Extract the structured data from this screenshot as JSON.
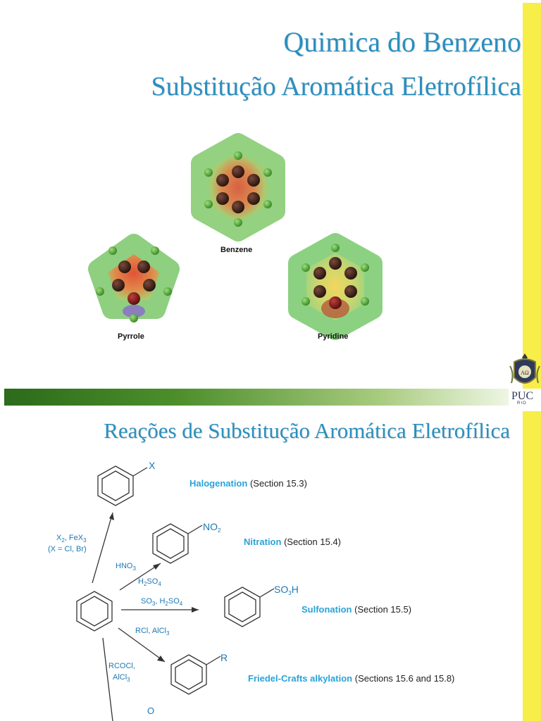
{
  "slide1": {
    "title_line1": "Quimica do Benzeno",
    "title_line2": "Substitução Aromática Eletrofílica",
    "molecules": [
      {
        "label": "Benzene"
      },
      {
        "label": "Pyrrole"
      },
      {
        "label": "Pyridine"
      }
    ],
    "logo_text": "PUC",
    "logo_subtext": "RIO",
    "colors": {
      "title": "#2a8fbf",
      "side_bar": "#f7ee4a",
      "strip": "#4e8f2c"
    }
  },
  "slide2": {
    "title": "Reações de Substitução Aromática Eletrofílica",
    "reactions": [
      {
        "name": "Halogenation",
        "section": "(Section 15.3)",
        "substituent": "X"
      },
      {
        "name": "Nitration",
        "section": "(Section 15.4)",
        "substituent": "NO2"
      },
      {
        "name": "Sulfonation",
        "section": "(Section 15.5)",
        "substituent": "SO3H"
      },
      {
        "name": "Friedel-Crafts alkylation",
        "section": "(Sections 15.6 and 15.8)",
        "substituent": "R"
      }
    ],
    "reagents": {
      "halogen_line1": "X2, FeX3",
      "halogen_line2": "(X = Cl, Br)",
      "nitration_line1": "HNO3",
      "nitration_line2": "H2SO4",
      "sulfonation": "SO3, H2SO4",
      "alkylation": "RCl, AlCl3",
      "acylation_line1": "RCOCl,",
      "acylation_line2": "AlCl3",
      "partial_atom": "O"
    },
    "colors": {
      "title": "#2a8fbf",
      "reaction_name": "#29a3d8",
      "reagent": "#1b78b4"
    }
  }
}
